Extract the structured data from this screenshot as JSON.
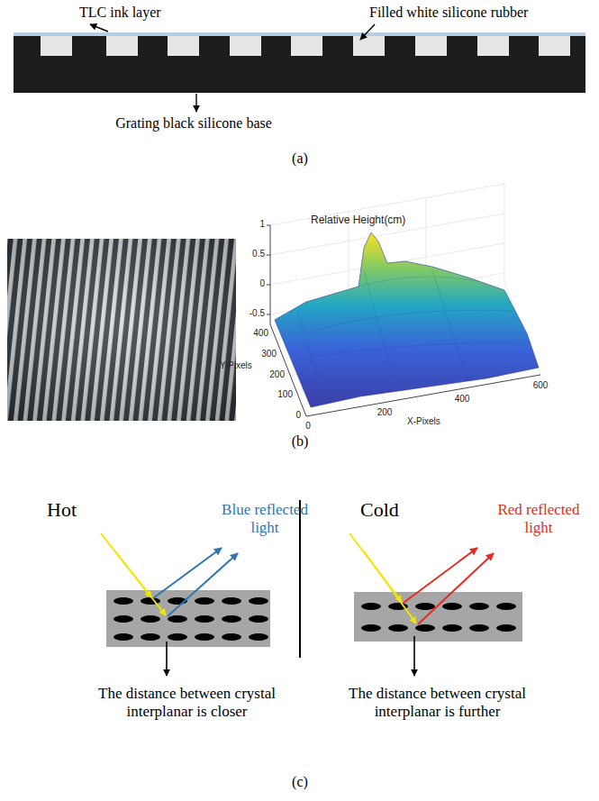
{
  "diagram": {
    "labels": [
      "TLC ink layer",
      "Filled white silicone rubber",
      "Grating black silicone base",
      "(a)",
      "Relative Height(cm)",
      "1",
      "0.5",
      "0",
      "-0.5",
      "400",
      "300",
      "200",
      "100",
      "0",
      "Y-Pixels",
      "0",
      "200",
      "400",
      "600",
      "X-Pixels",
      "(b)",
      "Hot",
      "Blue reflected light",
      "The distance between crystal interplanar is closer",
      "Cold",
      "Red reflected light",
      "The distance between crystal interplanar is further",
      "(c)"
    ]
  }
}
